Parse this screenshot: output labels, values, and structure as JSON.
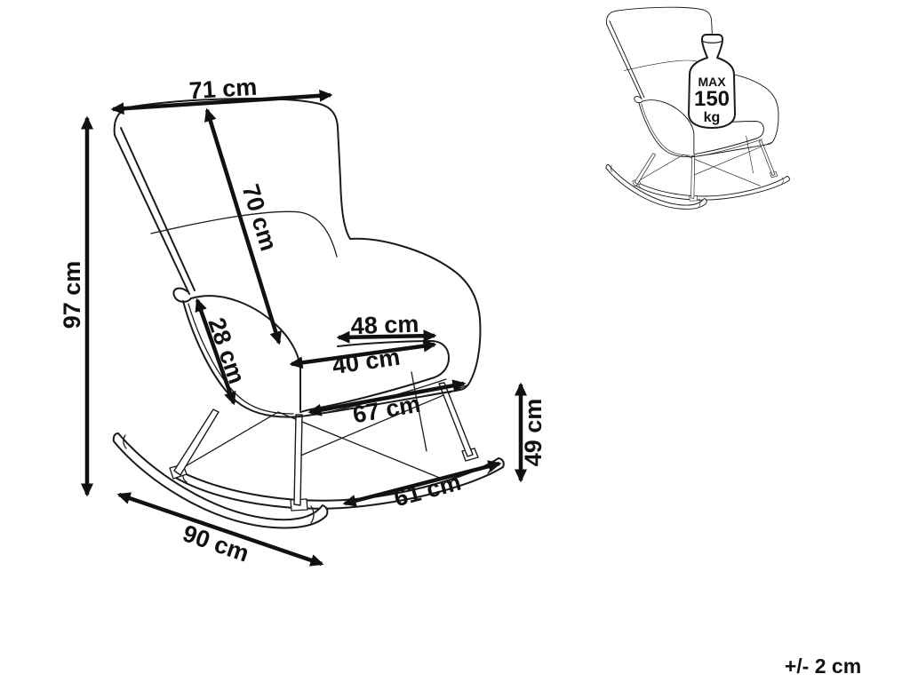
{
  "diagram": {
    "dimensions": {
      "top_width": "71 cm",
      "backrest_length": "70 cm",
      "overall_height": "97 cm",
      "armrest_length": "28 cm",
      "seat_width": "48 cm",
      "seat_depth": "40 cm",
      "seat_front_width": "67 cm",
      "seat_height": "49 cm",
      "runner_span": "61 cm",
      "base_length": "90 cm"
    },
    "max_load": {
      "line1": "MAX",
      "line2": "150",
      "line3": "kg"
    },
    "tolerance": "+/- 2 cm"
  },
  "colors": {
    "line": "#1a1a1a",
    "arrow": "#111111",
    "background": "#ffffff"
  }
}
